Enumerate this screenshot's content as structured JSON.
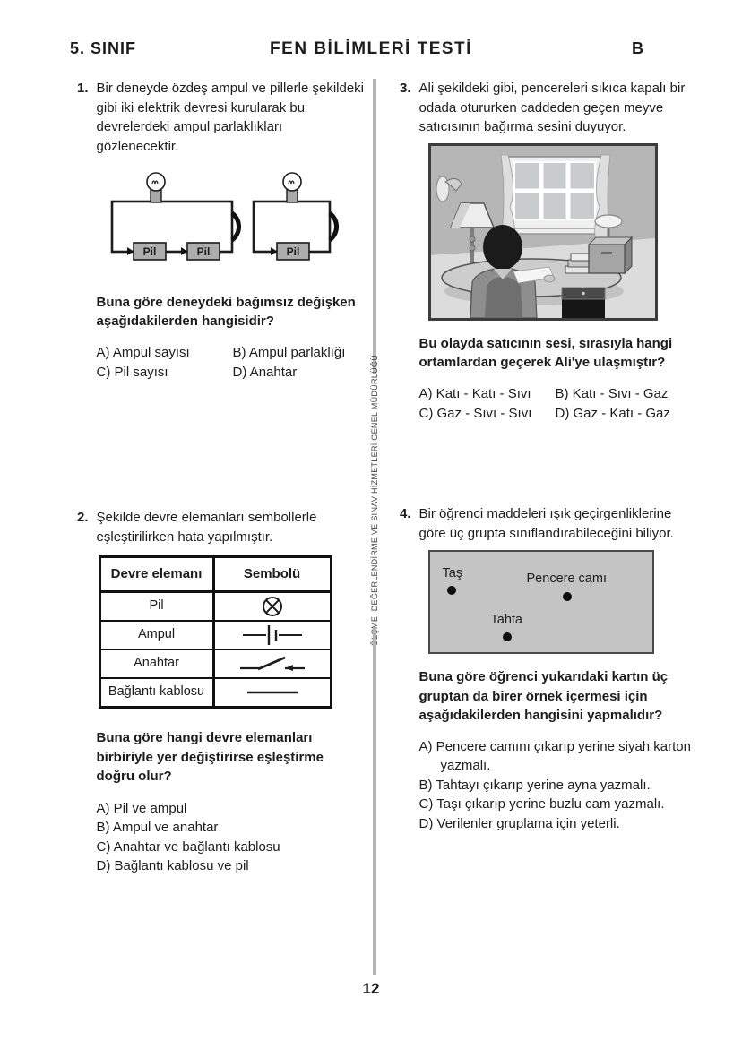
{
  "header": {
    "grade": "5. SINIF",
    "title": "FEN BİLİMLERİ TESTİ",
    "booklet": "B"
  },
  "divider": {
    "text": "ÖLÇME, DEĞERLENDİRME VE SINAV HİZMETLERİ GENEL MÜDÜRLÜĞÜ"
  },
  "footer": {
    "page_number": "12"
  },
  "q1": {
    "number": "1.",
    "text": "Bir deneyde özdeş ampul ve pillerle şekildeki gibi iki elektrik devresi kurularak bu devrelerdeki ampul parlaklıkları gözlenecektir.",
    "figure": {
      "battery_label": "Pil",
      "icons": [
        "bulb-icon",
        "battery-box",
        "switch-notch"
      ]
    },
    "stem": "Buna göre deneydeki bağımsız değişken aşağıdakilerden hangisidir?",
    "options": [
      "A) Ampul sayısı",
      "B) Ampul parlaklığı",
      "C) Pil sayısı",
      "D) Anahtar"
    ]
  },
  "q2": {
    "number": "2.",
    "text": "Şekilde devre elemanları sembollerle eşleştirilirken hata yapılmıştır.",
    "table": {
      "headers": [
        "Devre elemanı",
        "Sembolü"
      ],
      "rows": [
        {
          "element": "Pil",
          "symbol": "bulb-symbol"
        },
        {
          "element": "Ampul",
          "symbol": "battery-symbol"
        },
        {
          "element": "Anahtar",
          "symbol": "switch-symbol"
        },
        {
          "element": "Bağlantı kablosu",
          "symbol": "wire-symbol"
        }
      ]
    },
    "stem": "Buna göre hangi devre elemanları birbiriyle yer değiştirirse eşleştirme doğru olur?",
    "options": [
      "A) Pil ve ampul",
      "B) Ampul ve anahtar",
      "C) Anahtar ve bağlantı kablosu",
      "D) Bağlantı kablosu ve pil"
    ]
  },
  "q3": {
    "number": "3.",
    "text": "Ali şekildeki gibi, pencereleri sıkıca kapalı bir odada otururken caddeden geçen meyve satıcısının bağırma sesini duyuyor.",
    "figure": {
      "description_icons": [
        "room-illustration",
        "window-icon",
        "floor-lamp-icon",
        "person-at-desk-icon",
        "nightstand-icon"
      ]
    },
    "stem": "Bu olayda satıcının sesi, sırasıyla hangi ortamlardan geçerek Ali'ye ulaşmıştır?",
    "options": [
      "A) Katı - Katı - Sıvı",
      "B) Katı - Sıvı - Gaz",
      "C) Gaz - Sıvı - Sıvı",
      "D) Gaz - Katı - Gaz"
    ]
  },
  "q4": {
    "number": "4.",
    "text": "Bir öğrenci maddeleri ışık geçirgenliklerine göre üç grupta sınıflandırabileceğini biliyor.",
    "card": {
      "labels": [
        "Taş",
        "Pencere camı",
        "Tahta"
      ]
    },
    "stem": "Buna göre öğrenci yukarıdaki kartın üç gruptan da birer örnek içermesi için aşağıdakilerden hangisini yapmalıdır?",
    "options": [
      "A) Pencere camını çıkarıp yerine siyah karton yazmalı.",
      "B) Tahtayı çıkarıp yerine ayna yazmalı.",
      "C) Taşı çıkarıp yerine buzlu cam yazmalı.",
      "D) Verilenler gruplama için yeterli."
    ]
  }
}
